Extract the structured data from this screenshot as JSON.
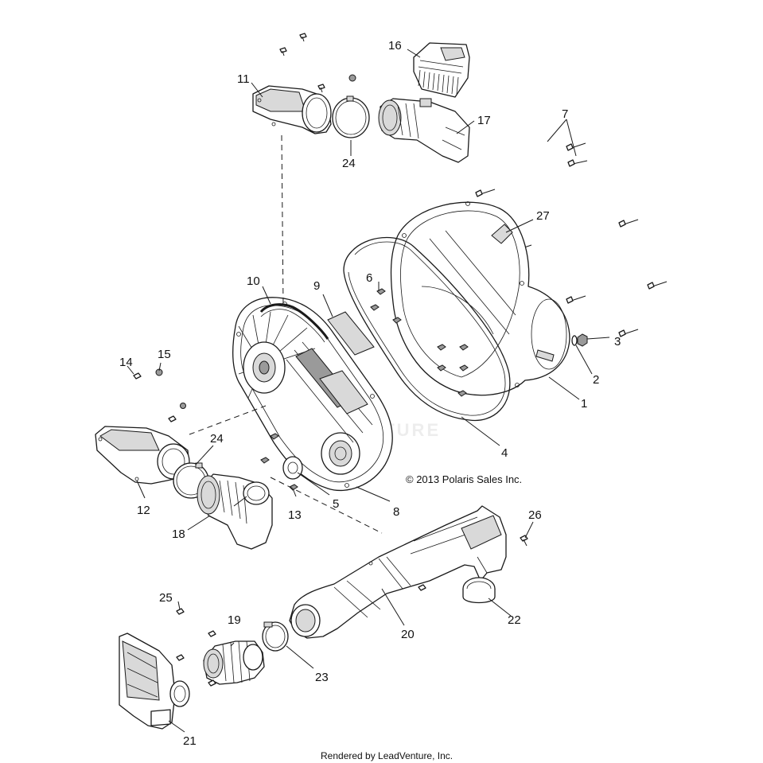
{
  "callouts": [
    {
      "id": "c1",
      "label": "1"
    },
    {
      "id": "c2",
      "label": "2"
    },
    {
      "id": "c3",
      "label": "3"
    },
    {
      "id": "c4",
      "label": "4"
    },
    {
      "id": "c5",
      "label": "5"
    },
    {
      "id": "c6",
      "label": "6"
    },
    {
      "id": "c7",
      "label": "7"
    },
    {
      "id": "c8",
      "label": "8"
    },
    {
      "id": "c9",
      "label": "9"
    },
    {
      "id": "c10",
      "label": "10"
    },
    {
      "id": "c11",
      "label": "11"
    },
    {
      "id": "c12",
      "label": "12"
    },
    {
      "id": "c13",
      "label": "13"
    },
    {
      "id": "c14",
      "label": "14"
    },
    {
      "id": "c15",
      "label": "15"
    },
    {
      "id": "c16",
      "label": "16"
    },
    {
      "id": "c17",
      "label": "17"
    },
    {
      "id": "c18",
      "label": "18"
    },
    {
      "id": "c19",
      "label": "19"
    },
    {
      "id": "c20",
      "label": "20"
    },
    {
      "id": "c21",
      "label": "21"
    },
    {
      "id": "c22",
      "label": "22"
    },
    {
      "id": "c23",
      "label": "23"
    },
    {
      "id": "c24a",
      "label": "24"
    },
    {
      "id": "c24b",
      "label": "24"
    },
    {
      "id": "c25",
      "label": "25"
    },
    {
      "id": "c26",
      "label": "26"
    },
    {
      "id": "c27",
      "label": "27"
    }
  ],
  "copyright": "© 2013 Polaris Sales Inc.",
  "footer": "Rendered by LeadVenture, Inc.",
  "watermark": "VENTURE"
}
